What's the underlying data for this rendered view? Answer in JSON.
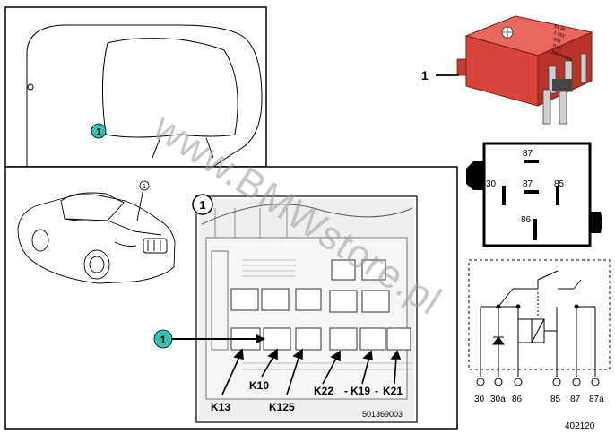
{
  "callout_main": "1",
  "car_top_callout": "1",
  "car_3d_callout": "1",
  "fusebox_callout_circle": "1",
  "fusebox_callout_teal": "1",
  "relay": {
    "label": "1",
    "text_lines": [
      "61.36-",
      "1 393",
      "40A",
      "Tyco",
      "Electronics"
    ]
  },
  "pinout": {
    "pins": [
      "87",
      "30",
      "87",
      "85",
      "86"
    ]
  },
  "fusebox_labels": [
    "K13",
    "K10",
    "K125",
    "K22",
    "K19",
    "K21"
  ],
  "fusebox_separators": [
    "-",
    "-"
  ],
  "fusebox_code": "501369003",
  "schematic_terminals": [
    "30",
    "30a",
    "86",
    "85",
    "87",
    "87a"
  ],
  "watermark": "www.BMWstore.pl",
  "figure_number": "402120",
  "colors": {
    "relay_red": "#d9453a",
    "callout_teal": "#2ec4b6",
    "watermark": "#9a9a9a"
  }
}
